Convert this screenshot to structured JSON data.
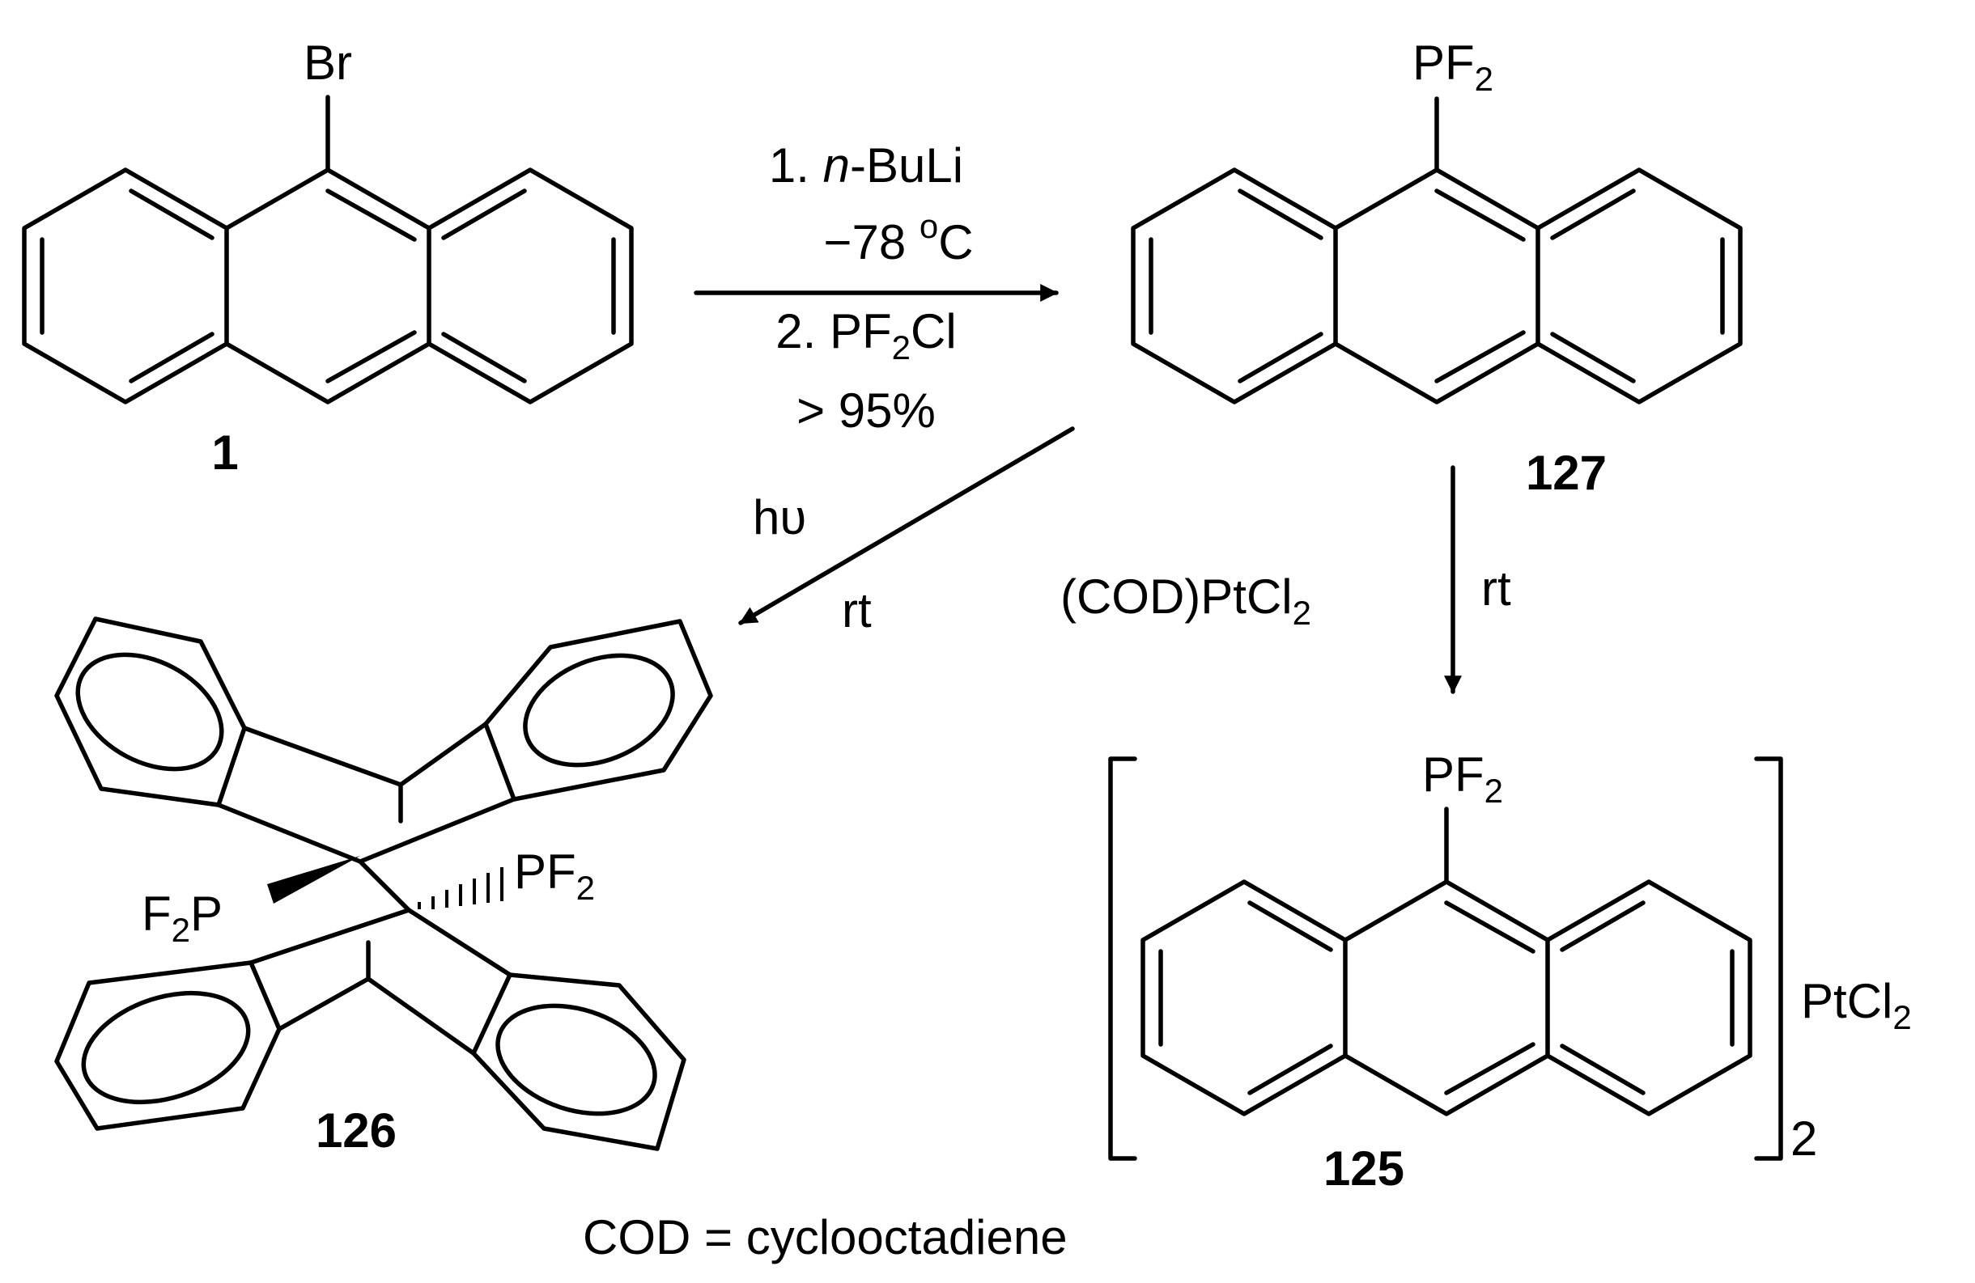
{
  "compound_1": {
    "number": "1",
    "substituent": "Br"
  },
  "compound_127": {
    "number": "127",
    "substituent": "PF",
    "substituent_sub": "2"
  },
  "compound_126": {
    "number": "126",
    "label_right": "PF",
    "label_right_sub": "2",
    "label_left_pre": "F",
    "label_left_sub": "2",
    "label_left_post": "P"
  },
  "compound_125": {
    "number": "125",
    "substituent": "PF",
    "substituent_sub": "2",
    "metal": "PtCl",
    "metal_sub": "2",
    "bracket_subscript": "2"
  },
  "reaction_1": {
    "step1_prefix": "1. ",
    "step1_italic": "n",
    "step1_suffix": "-BuLi",
    "temp_value": "−78 ",
    "temp_sup": "o",
    "temp_unit": "C",
    "step2_prefix": "2. PF",
    "step2_sub": "2",
    "step2_suffix": "Cl",
    "yield": "> 95%"
  },
  "reaction_2": {
    "reagent_main": "h",
    "reagent_nu": "υ",
    "condition": "rt"
  },
  "reaction_3": {
    "reagent_main": "(COD)PtCl",
    "reagent_sub": "2",
    "condition": "rt"
  },
  "footnote": "COD = cyclooctadiene"
}
